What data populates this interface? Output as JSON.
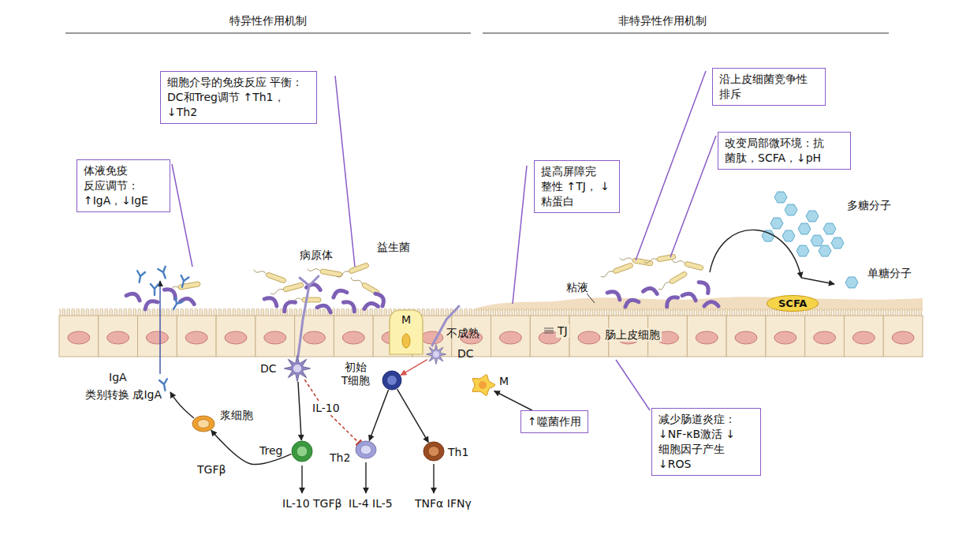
{
  "diagram": {
    "nodes": [
      {
        "text": [
          "细胞介导的免疫反应 平衡：DC和Treg调节 ↑Th1，↓Th2"
        ]
      },
      {
        "text": [
          "体液免疫 反应调节： ↑IgA，↓IgE"
        ]
      },
      {
        "text": [
          "提高屏障完 整性 ↑TJ， ↓粘蛋白"
        ]
      },
      {
        "text": [
          "沿上皮细菌竞争性 排斥"
        ]
      },
      {
        "text": [
          "改变局部微环境：抗 菌肽，SCFA，↓pH"
        ]
      },
      {
        "text": [
          "↑噬菌作用"
        ]
      },
      {
        "text": [
          "减少肠道炎症： ↓NF-κB激活 ↓细胞因子产生 ↓ROS"
        ]
      },
      {
        "text": [
          "DC"
        ]
      },
      {
        "text": [
          "初始 T细胞"
        ]
      },
      {
        "text": [
          "不成熟",
          "DC"
        ]
      },
      {
        "text": [
          "Treg"
        ]
      },
      {
        "text": [
          "Th2"
        ]
      },
      {
        "text": [
          "Th1"
        ]
      },
      {
        "text": [
          "浆细胞"
        ]
      },
      {
        "text": [
          "M"
        ]
      },
      {
        "text": [
          "M"
        ]
      },
      {
        "text": [
          "SCFA"
        ]
      }
    ],
    "edges": [
      {
        "from": 7,
        "to": 10,
        "arrow": "to"
      },
      {
        "from": 7,
        "to": 11,
        "label": "IL-10",
        "arrow": "to"
      },
      {
        "from": 8,
        "to": 11,
        "arrow": "to"
      },
      {
        "from": 8,
        "to": 12,
        "arrow": "to"
      },
      {
        "from": 9,
        "to": 8,
        "arrow": "to"
      },
      {
        "from": 10,
        "to": 13,
        "label": "TGFβ",
        "arrow": "to"
      },
      {
        "from": 5,
        "to": 15,
        "arrow": "to"
      }
    ],
    "labels": [
      "特异性作用机制",
      "非特异性作用机制",
      "病原体",
      "益生菌",
      "IgA",
      "类别转换 成IgA",
      "IL-10 TGFβ",
      "IL-4 IL-5",
      "TNFα IFNγ",
      "多糖分子",
      "单糖分子",
      "粘液",
      "TJ",
      "肠上皮细胞"
    ]
  }
}
